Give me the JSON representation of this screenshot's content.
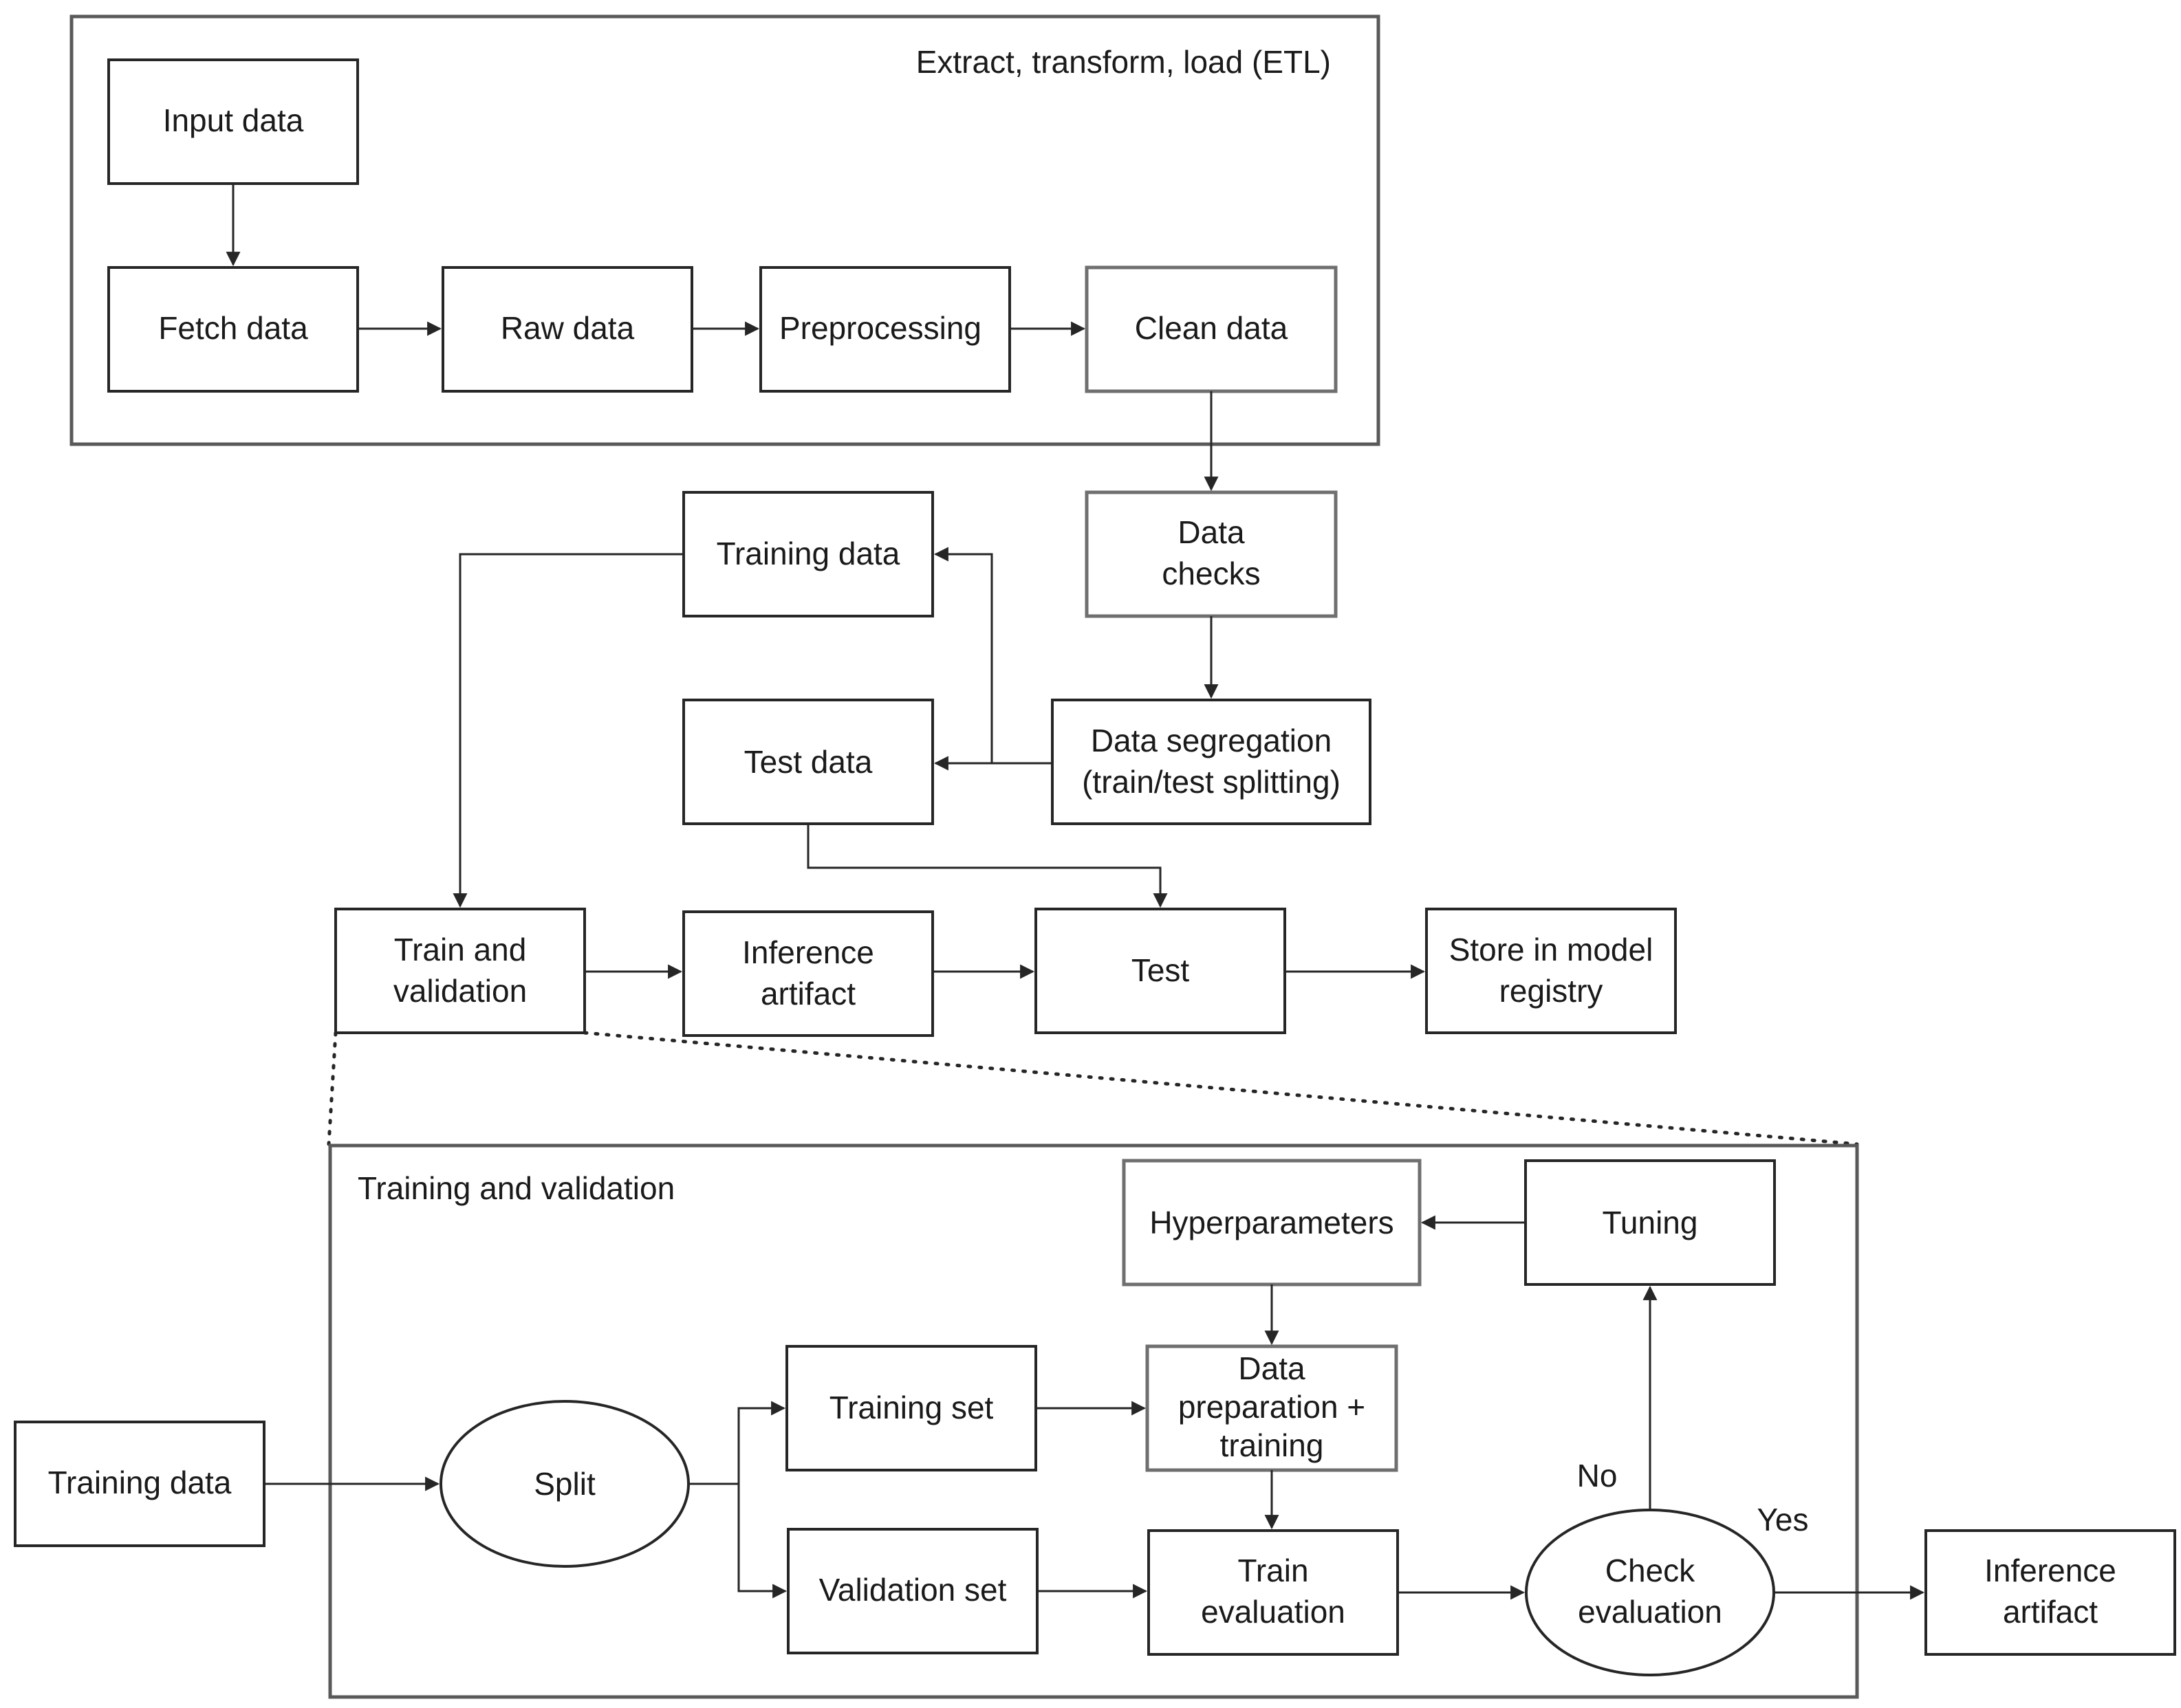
{
  "etl": {
    "title": "Extract, transform, load (ETL)",
    "input_data": "Input data",
    "fetch_data": "Fetch data",
    "raw_data": "Raw data",
    "preprocessing": "Preprocessing",
    "clean_data": "Clean data"
  },
  "pipeline": {
    "data_checks": [
      "Data",
      "checks"
    ],
    "training_data": "Training data",
    "test_data": "Test data",
    "data_segregation": [
      "Data segregation",
      "(train/test splitting)"
    ],
    "train_validation": [
      "Train and",
      "validation"
    ],
    "inference_artifact": [
      "Inference",
      "artifact"
    ],
    "test": "Test",
    "store_registry": [
      "Store in model",
      "registry"
    ]
  },
  "detail": {
    "title": "Training and validation",
    "training_data": "Training data",
    "split": "Split",
    "training_set": "Training set",
    "validation_set": "Validation set",
    "hyperparameters": "Hyperparameters",
    "tuning": "Tuning",
    "data_prep": [
      "Data",
      "preparation +",
      "training"
    ],
    "train_evaluation": [
      "Train",
      "evaluation"
    ],
    "check_evaluation": [
      "Check",
      "evaluation"
    ],
    "no_label": "No",
    "yes_label": "Yes",
    "inference_artifact": [
      "Inference",
      "artifact"
    ]
  }
}
